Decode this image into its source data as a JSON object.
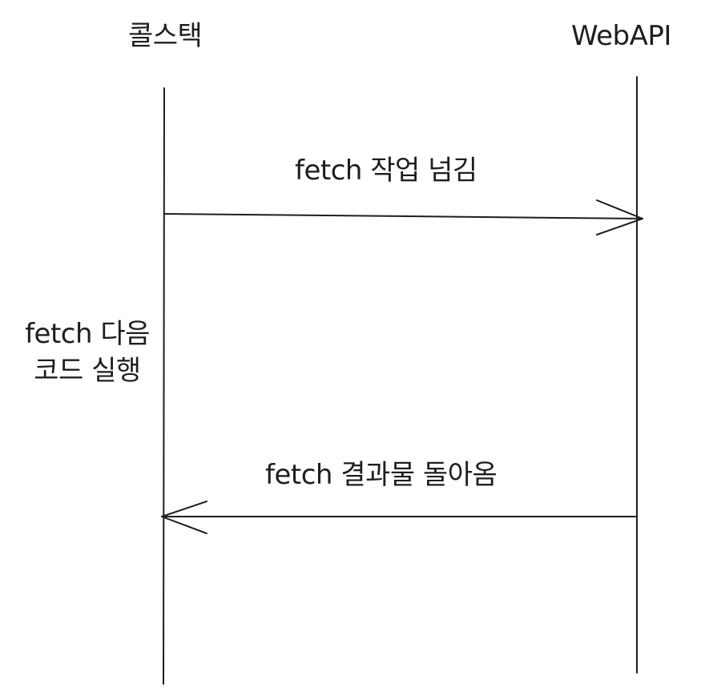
{
  "diagram": {
    "type": "sequence",
    "participants": [
      {
        "id": "callstack",
        "label": "콜스택"
      },
      {
        "id": "webapi",
        "label": "WebAPI"
      }
    ],
    "messages": [
      {
        "from": "callstack",
        "to": "webapi",
        "label": "fetch 작업 넘김"
      },
      {
        "from": "webapi",
        "to": "callstack",
        "label": "fetch 결과물 돌아옴"
      }
    ],
    "notes": [
      {
        "participant": "callstack",
        "lines": [
          "fetch 다음",
          "코드 실행"
        ]
      }
    ],
    "colors": {
      "stroke": "#1e1e1e",
      "background": "#ffffff"
    }
  }
}
